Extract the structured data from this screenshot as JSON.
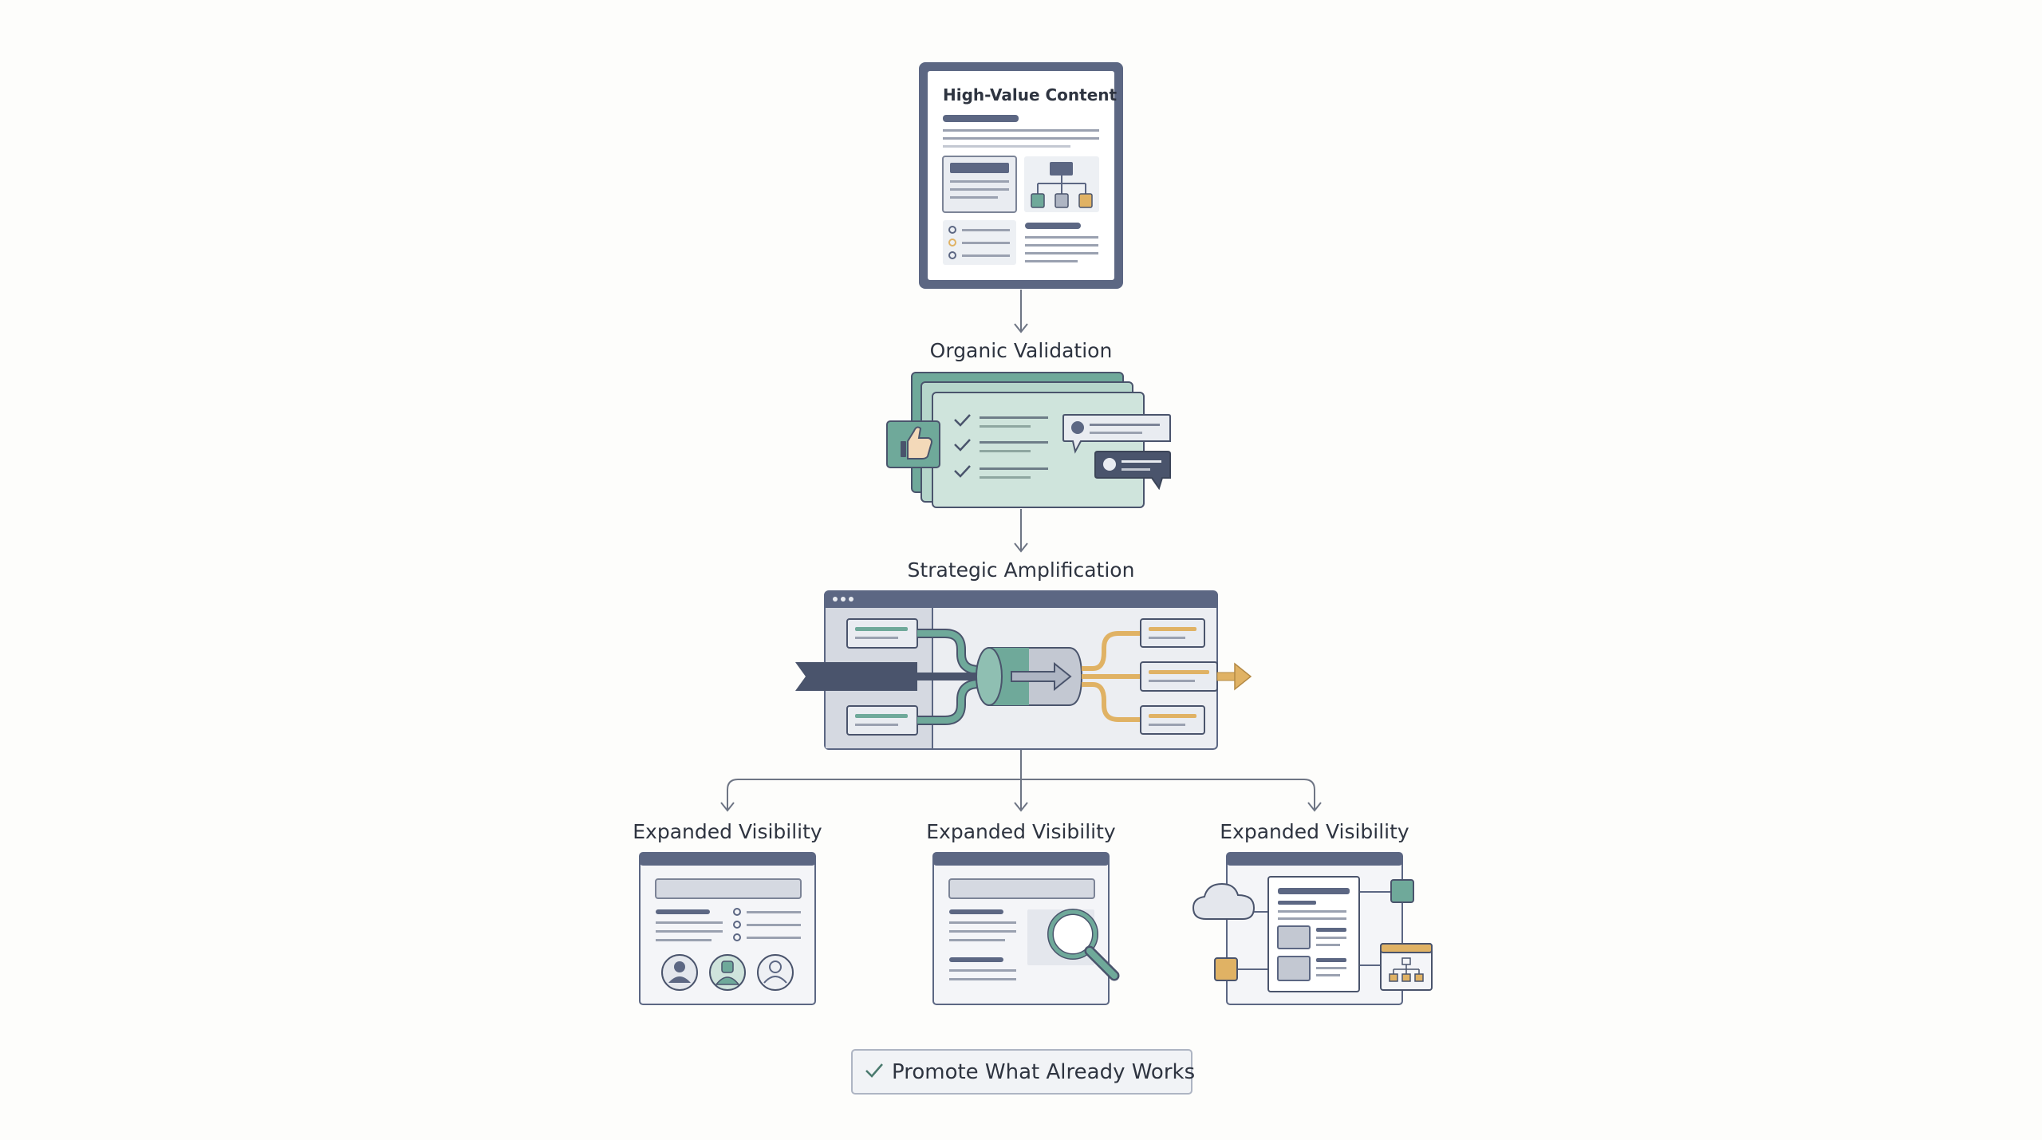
{
  "nodes": {
    "content_title": "High-Value Content",
    "validation_label": "Organic Validation",
    "amplification_label": "Strategic Amplification",
    "visibility_1_label": "Expanded Visibility",
    "visibility_2_label": "Expanded Visibility",
    "visibility_3_label": "Expanded Visibility"
  },
  "footer": {
    "badge_label": "Promote What Already Works",
    "badge_icon": "check-icon"
  },
  "colors": {
    "slate": "#5c6783",
    "slate_dark": "#4a546c",
    "teal": "#6fa99a",
    "teal_light": "#cfe4dc",
    "gold": "#e0b264",
    "line": "#6e7584",
    "paper": "#fdfdfb"
  },
  "icons": [
    "document-icon",
    "hierarchy-icon",
    "list-icon",
    "checklist-icon",
    "thumbs-up-icon",
    "chat-bubble-icon",
    "browser-window-icon",
    "funnel-cylinder-icon",
    "arrow-right-icon",
    "avatar-icon",
    "magnifier-icon",
    "cloud-icon",
    "sitemap-icon",
    "check-icon"
  ]
}
